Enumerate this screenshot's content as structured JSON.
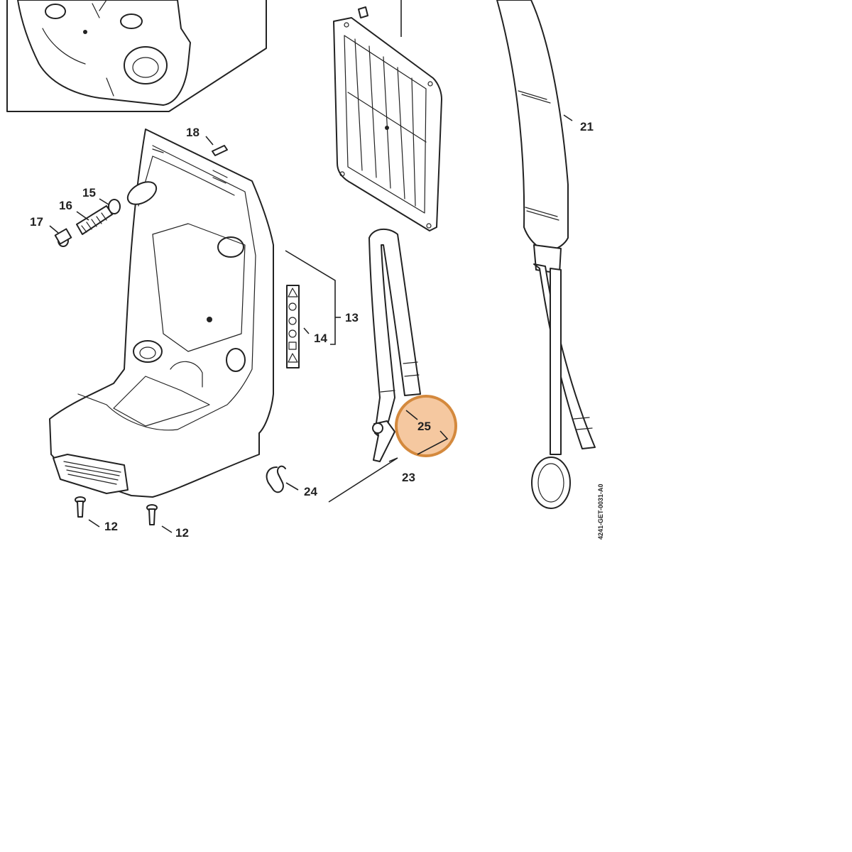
{
  "callouts": {
    "p12a": "12",
    "p12b": "12",
    "p13": "13",
    "p14": "14",
    "p15": "15",
    "p16": "16",
    "p17": "17",
    "p18": "18",
    "p21": "21",
    "p23": "23",
    "p24": "24",
    "p25": "25"
  },
  "highlight": {
    "callout": "25",
    "color": "#f5c8a0",
    "stroke": "#d4893d"
  },
  "drawing_code": "4241-GET-0031-A0"
}
